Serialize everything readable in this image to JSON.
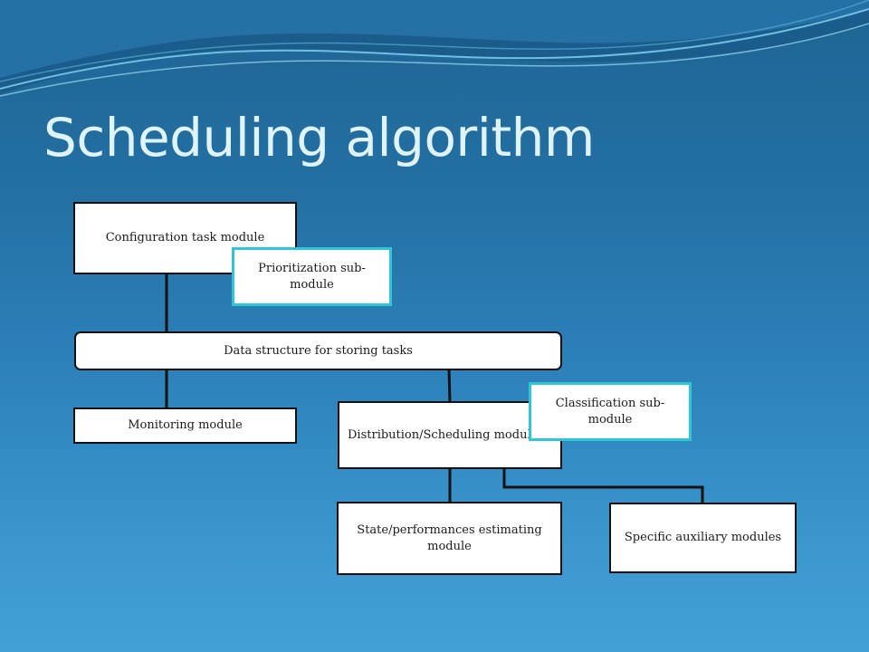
{
  "slide": {
    "title": "Scheduling algorithm",
    "colors": {
      "background_top": "#1d6594",
      "background_bottom": "#42a0d6",
      "title": "#dff3fb",
      "box_fill": "#ffffff",
      "box_border": "#111111",
      "sub_module_border": "#2fc6d6"
    }
  },
  "diagram": {
    "config_task": "Configuration task module",
    "prioritization": "Prioritization sub-module",
    "data_structure": "Data structure for storing tasks",
    "monitoring": "Monitoring module",
    "distribution": "Distribution/Scheduling module",
    "classification": "Classification sub-module",
    "state_estimating": "State/performances estimating module",
    "auxiliary": "Specific auxiliary modules"
  }
}
